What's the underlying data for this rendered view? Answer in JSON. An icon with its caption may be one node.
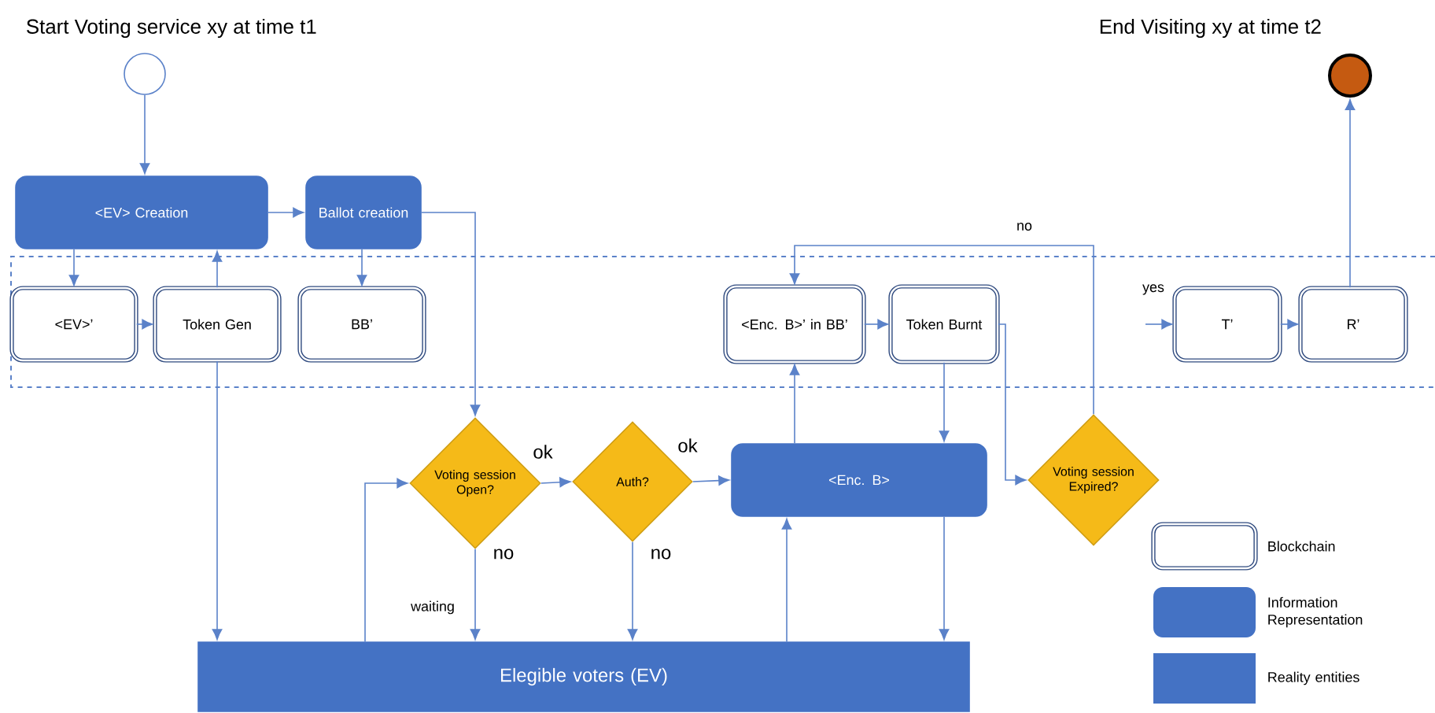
{
  "diagram": {
    "nodes": [
      {
        "text": [],
        "shape": "circle",
        "beside": [
          "Start Voting service xy at time t1"
        ]
      },
      {
        "text": [],
        "shape": "circle",
        "beside": [
          "End Visiting xy at time t2"
        ]
      },
      {
        "text": [
          "<EV> Creation"
        ]
      },
      {
        "text": [
          "Ballot creation"
        ]
      },
      {
        "text": [
          "<EV>’"
        ]
      },
      {
        "text": [
          "Token Gen"
        ]
      },
      {
        "text": [
          "BB’"
        ]
      },
      {
        "text": [
          "<Enc. B>’ in BB’"
        ]
      },
      {
        "text": [
          "Token Burnt"
        ]
      },
      {
        "text": [
          "T’"
        ]
      },
      {
        "text": [
          "R’"
        ]
      },
      {
        "text": [
          "Voting session Open?"
        ]
      },
      {
        "text": [
          "Auth?"
        ]
      },
      {
        "text": [
          "<Enc. B>"
        ]
      },
      {
        "text": [
          "Voting session Expired?"
        ]
      },
      {
        "text": [
          "Elegible voters (EV)"
        ]
      }
    ],
    "edges": [
      {
        "from": 0,
        "to": 2,
        "arrow": "to"
      },
      {
        "from": 2,
        "to": 4,
        "arrow": "to"
      },
      {
        "from": 4,
        "to": 5,
        "arrow": "to"
      },
      {
        "from": 5,
        "to": 2,
        "arrow": "to"
      },
      {
        "from": 2,
        "to": 3,
        "arrow": "to"
      },
      {
        "from": 3,
        "to": 6,
        "arrow": "to"
      },
      {
        "from": 3,
        "to": 11,
        "arrow": "to"
      },
      {
        "from": 5,
        "to": 15,
        "arrow": "to"
      },
      {
        "from": 15,
        "to": 11,
        "arrow": "to"
      },
      {
        "from": 11,
        "to": 12,
        "arrow": "to",
        "label": "ok"
      },
      {
        "from": 11,
        "to": 15,
        "arrow": "to",
        "label": "no"
      },
      {
        "from": 12,
        "to": 13,
        "arrow": "to",
        "label": "ok"
      },
      {
        "from": 12,
        "to": 15,
        "arrow": "to",
        "label": "no"
      },
      {
        "from": 15,
        "to": 13,
        "arrow": "to"
      },
      {
        "from": 13,
        "to": 7,
        "arrow": "to"
      },
      {
        "from": 7,
        "to": 8,
        "arrow": "to"
      },
      {
        "from": 8,
        "to": 13,
        "arrow": "to"
      },
      {
        "from": 13,
        "to": 15,
        "arrow": "to"
      },
      {
        "from": 8,
        "to": 14,
        "arrow": "to"
      },
      {
        "from": 14,
        "to": 7,
        "arrow": "to",
        "label": "no"
      },
      {
        "from": null,
        "to": 9,
        "arrow": "to",
        "label": "yes"
      },
      {
        "from": 9,
        "to": 10,
        "arrow": "to"
      },
      {
        "from": 10,
        "to": 1,
        "arrow": "to"
      }
    ],
    "labels": [
      "waiting"
    ],
    "legend": [
      {
        "text": "Blockchain"
      },
      {
        "text": "Information Representation",
        "color": "#4472c4"
      },
      {
        "text": "Reality entities",
        "color": "#4472c4"
      }
    ]
  }
}
